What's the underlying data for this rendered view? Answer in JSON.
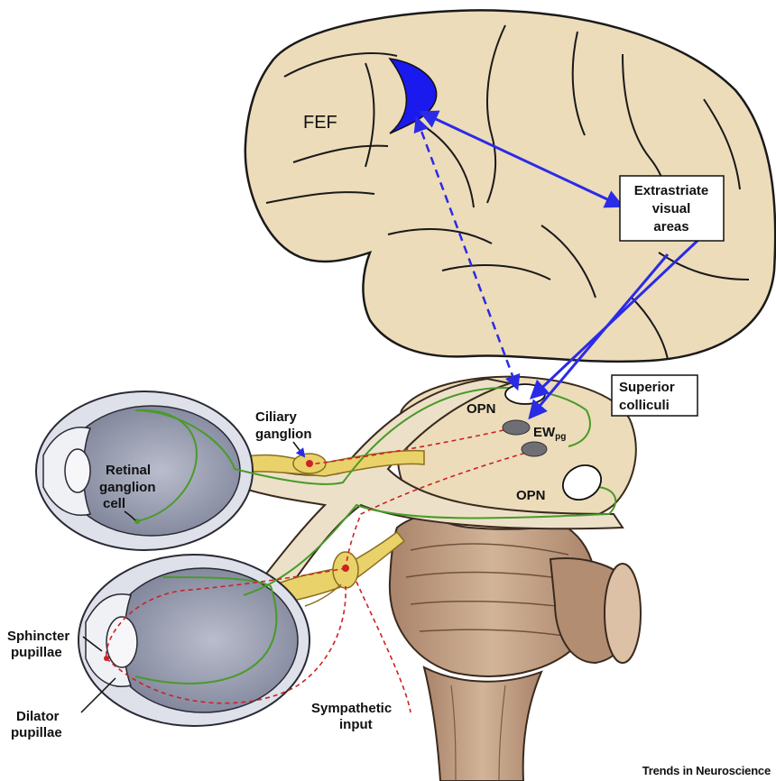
{
  "labels": {
    "fef": "FEF",
    "extrastriate_1": "Extrastriate",
    "extrastriate_2": "visual",
    "extrastriate_3": "areas",
    "superior_1": "Superior",
    "superior_2": "colliculi",
    "opn_top": "OPN",
    "opn_bottom": "OPN",
    "ew": "EW",
    "ew_sub": "pg",
    "ciliary_1": "Ciliary",
    "ciliary_2": "ganglion",
    "retinal_1": "Retinal",
    "retinal_2": "ganglion",
    "retinal_3": "cell",
    "sphincter_1": "Sphincter",
    "sphincter_2": "pupillae",
    "dilator_1": "Dilator",
    "dilator_2": "pupillae",
    "sympathetic_1": "Sympathetic",
    "sympathetic_2": "input"
  },
  "credit": "Trends in Neuroscience",
  "colors": {
    "cortex": "#ecdcba",
    "fef": "#1a1aee",
    "arrow": "#2b2be6",
    "retinal_pathway": "#4a9a2a",
    "parasympathetic": "#cc2222",
    "nerve": "#e9d26a",
    "brainstem": "#c9a98a",
    "eye": "#9aa0b4"
  }
}
